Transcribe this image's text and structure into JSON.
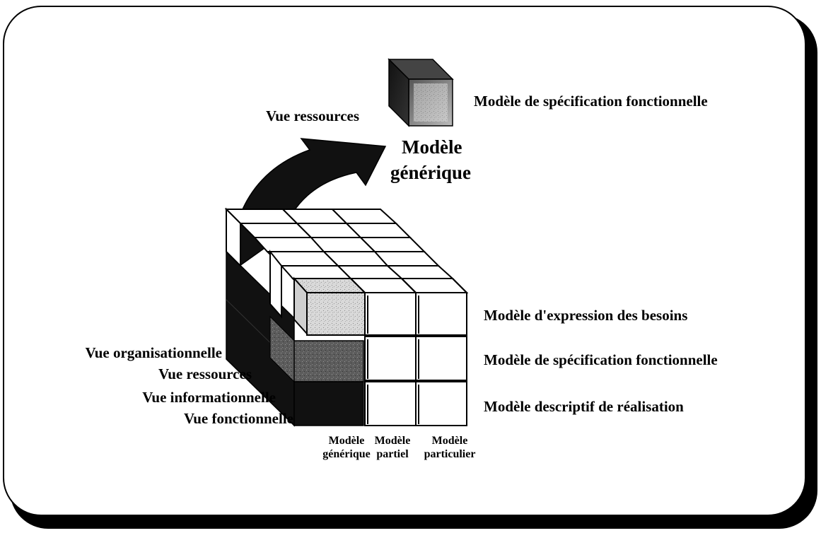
{
  "top_cube": {
    "label": "Modèle de spécification fonctionnelle"
  },
  "arrow": {
    "label": "Vue ressources"
  },
  "generic_model_title": {
    "line1": "Modèle",
    "line2": "générique"
  },
  "row_labels": [
    "Modèle d'expression des besoins",
    "Modèle de spécification fonctionnelle",
    "Modèle  descriptif de réalisation"
  ],
  "view_labels": [
    "Vue organisationnelle",
    "Vue ressources",
    "Vue informationnelle",
    "Vue fonctionnelle"
  ],
  "column_labels": [
    {
      "line1": "Modèle",
      "line2": "générique"
    },
    {
      "line1": "Modèle",
      "line2": "partiel"
    },
    {
      "line1": "Modèle",
      "line2": "particulier"
    }
  ],
  "colors": {
    "line": "#000000",
    "background": "#ffffff",
    "shade_dark": "#111111",
    "shade_grey": "#6a6a6a",
    "shade_light": "#d6d6d6"
  }
}
